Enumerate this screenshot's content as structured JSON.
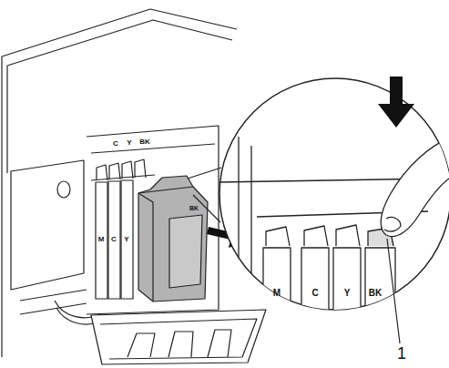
{
  "diagram": {
    "labels": [
      "C",
      "Y",
      "BK",
      "M",
      "C",
      "Y",
      "BK",
      "M",
      "C",
      "Y",
      "BK",
      "1"
    ]
  }
}
